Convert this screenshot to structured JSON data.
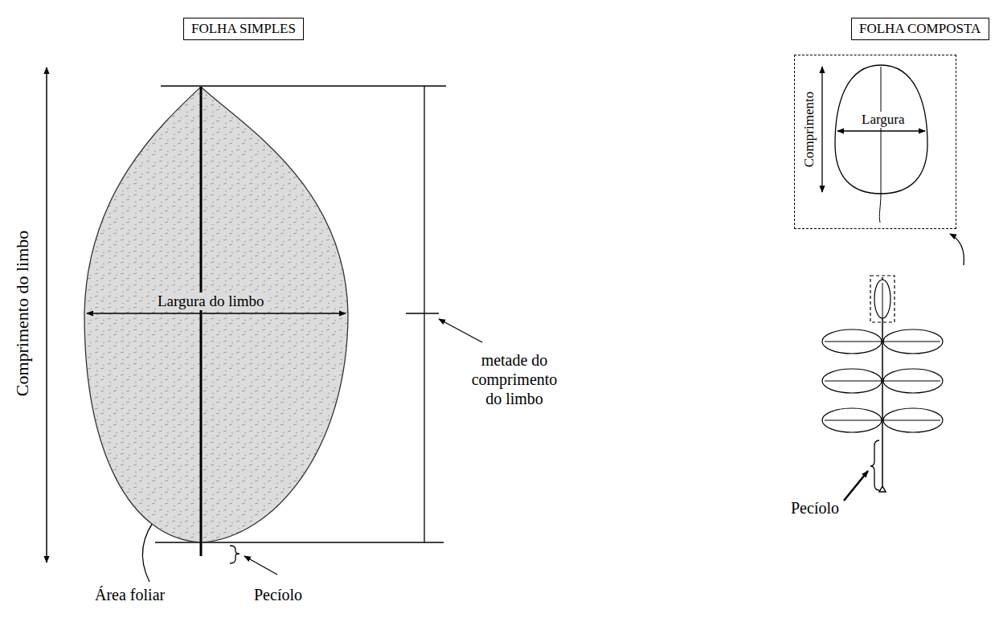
{
  "diagram": {
    "nodes": [
      {
        "text": [
          "FOLHA SIMPLES"
        ]
      },
      {
        "text": [
          "FOLHA COMPOSTA"
        ]
      },
      {
        "text": [
          "Largura do limbo"
        ]
      },
      {
        "text": [
          "Comprimento",
          "Largura"
        ]
      }
    ],
    "labels": [
      "Comprimento do limbo",
      "metade do comprimento do limbo",
      "Área foliar",
      "Pecíolo",
      "Pecíolo"
    ]
  }
}
